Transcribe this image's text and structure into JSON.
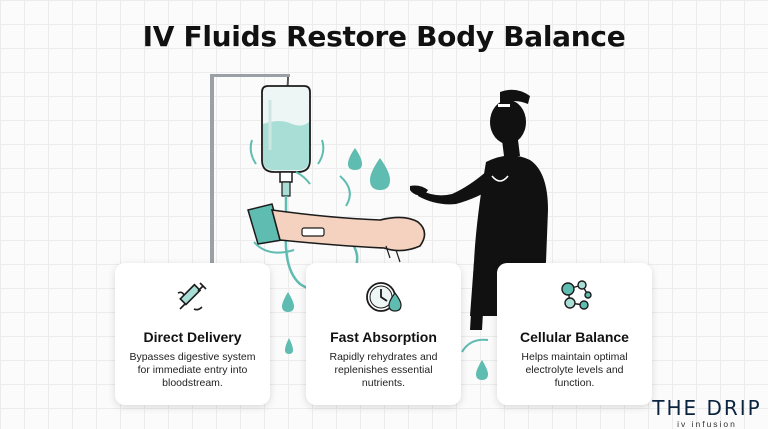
{
  "title": "IV Fluids Restore Body Balance",
  "cards": [
    {
      "icon": "syringe-icon",
      "title": "Direct Delivery",
      "text": "Bypasses digestive system for immediate entry into bloodstream."
    },
    {
      "icon": "clock-droplet-icon",
      "title": "Fast Absorption",
      "text": "Rapidly rehydrates and replenishes essential nutrients."
    },
    {
      "icon": "molecule-icon",
      "title": "Cellular Balance",
      "text": "Helps maintain optimal electrolyte levels and function."
    }
  ],
  "logo": {
    "brand": "THE DRIP",
    "tagline": "iv infusion"
  },
  "colors": {
    "accent": "#5fbcb0",
    "dark": "#0c2340",
    "fluid": "#a9ded6"
  }
}
